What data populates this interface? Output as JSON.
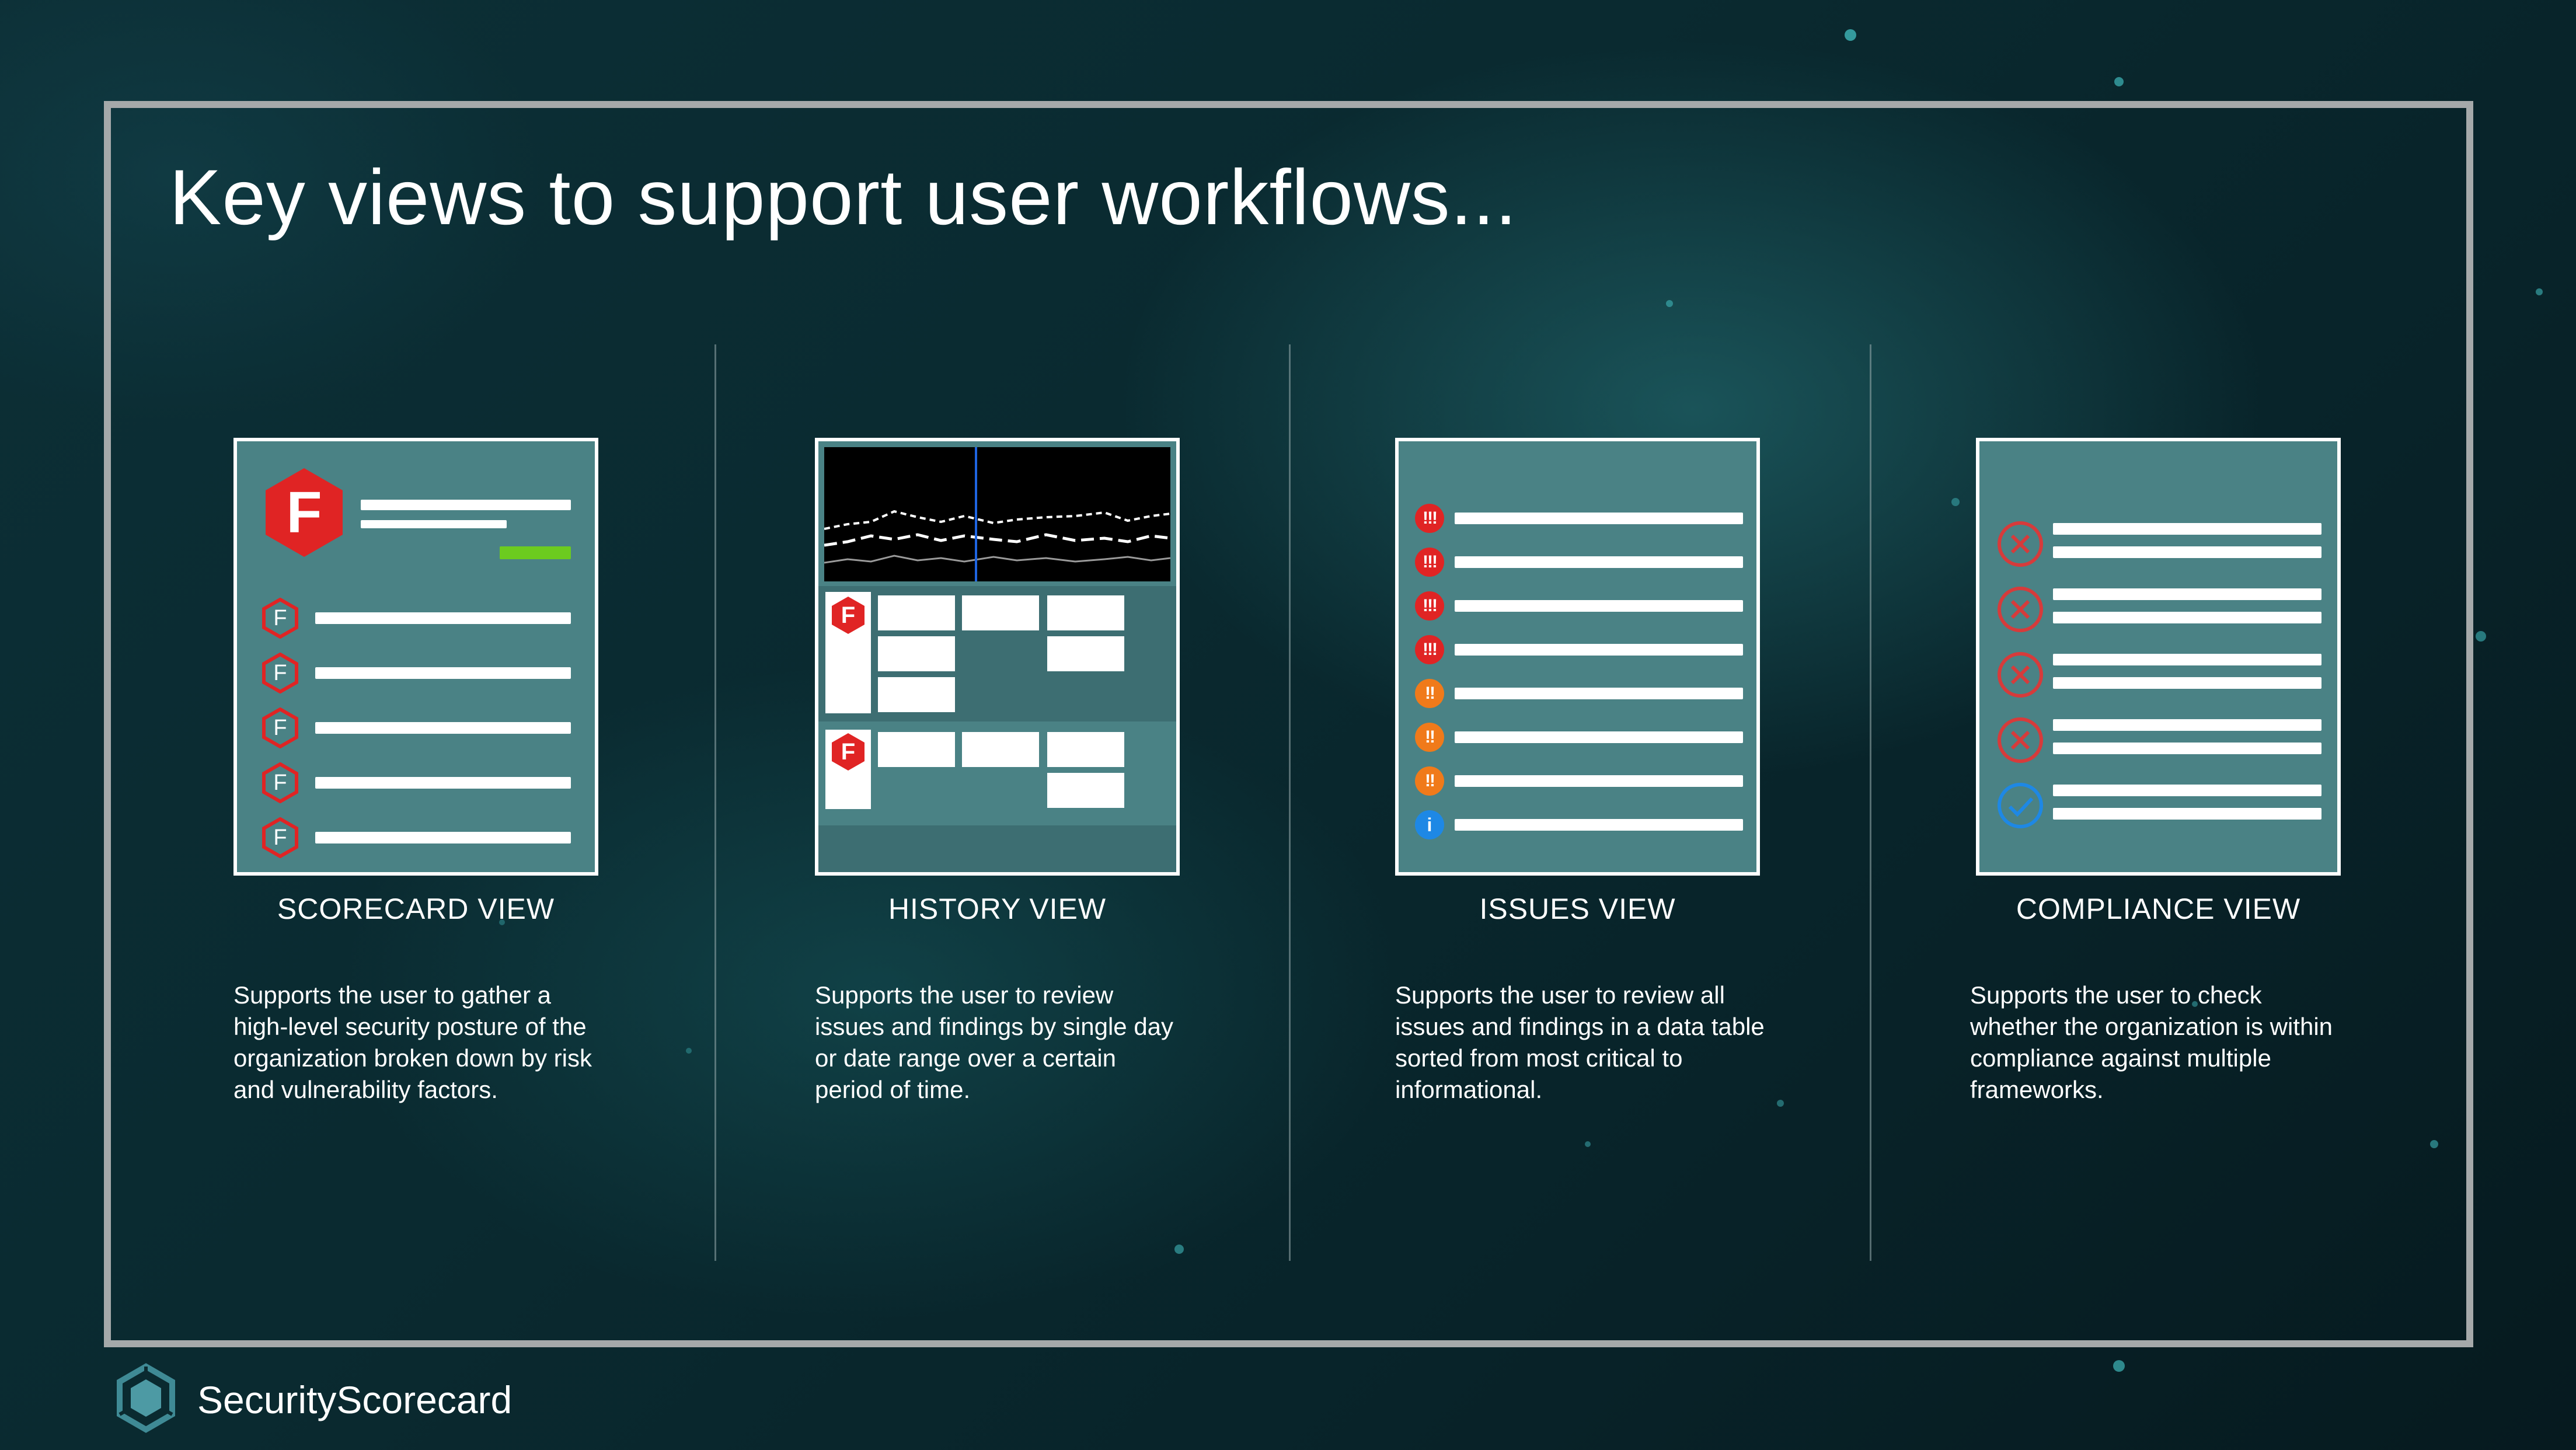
{
  "slide": {
    "title": "Key views to support user workflows..."
  },
  "views": [
    {
      "label": "SCORECARD VIEW",
      "description": "Supports the user to gather a high-level security posture  of the organization broken down by risk and vulnerability factors.",
      "grade_letter": "F"
    },
    {
      "label": "HISTORY VIEW",
      "description": "Supports the user to review issues and findings by single day or date range over a certain period of time.",
      "grade_letter": "F"
    },
    {
      "label": "ISSUES VIEW",
      "description": "Supports the user to review all issues and findings in a data table sorted from most critical to informational.",
      "issue_glyphs": {
        "critical": "!!!",
        "high": "!!",
        "info": "i"
      }
    },
    {
      "label": "COMPLIANCE VIEW",
      "description": "Supports the user to check whether the organization is within compliance against multiple frameworks."
    }
  ],
  "footer": {
    "brand": "SecurityScorecard",
    "logo_icon": "securityscorecard-logo-icon"
  },
  "colors": {
    "frame": "#a5a9aa",
    "card": "#4a8285",
    "grade_red": "#e02424",
    "accent_green": "#6ccb1f",
    "warning_orange": "#f07a1a",
    "info_blue": "#1e88e5",
    "compliance_x": "#d63b3b",
    "compliance_check": "#1e88e5"
  }
}
